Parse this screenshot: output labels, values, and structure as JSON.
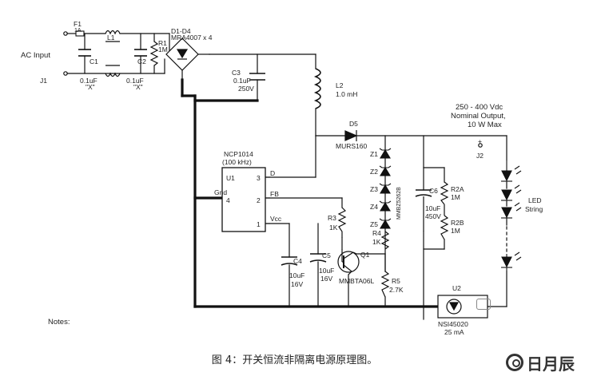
{
  "figure": {
    "caption": "图 4：开关恒流非隔离电源原理图。",
    "brand": "日月辰"
  },
  "labels": {
    "f1": "F1",
    "f1_val": "1A",
    "l1": "L1",
    "r1": "R1",
    "r1_val": "1M",
    "d1d4": "D1-D4",
    "d1d4_val": "MRA4007 x 4",
    "ac_input": "AC Input",
    "j1": "J1",
    "c1": "C1",
    "c1_val": "0.1uF",
    "c1_x": "\"X\"",
    "c2": "C2",
    "c2_val": "0.1uF",
    "c2_x": "\"X\"",
    "c3": "C3",
    "c3_val": "0.1uF",
    "c3_v": "250V",
    "l2": "L2",
    "l2_val": "1.0 mH",
    "d5": "D5",
    "d5_val": "MURS160",
    "out_line1": "250 - 400 Vdc",
    "out_line2": "Nominal Output,",
    "out_line3": "10 W Max",
    "plus": "+",
    "j2": "J2",
    "ncp": "NCP1014",
    "ncp_freq": "(100 kHz)",
    "u1": "U1",
    "pin3": "3",
    "pin4": "4",
    "pin2": "2",
    "pin1": "1",
    "pin_d": "D",
    "pin_fb": "FB",
    "pin_vcc": "Vcc",
    "gnd": "Gnd",
    "z1": "Z1",
    "z2": "Z2",
    "z3": "Z3",
    "z4": "Z4",
    "z5": "Z5",
    "mmbz": "MMBZ5262B",
    "c6": "C6",
    "c6_val": "10uF",
    "c6_v": "450V",
    "r2a": "R2A",
    "r2a_val": "1M",
    "r2b": "R2B",
    "r2b_val": "1M",
    "led1": "LED",
    "led2": "String",
    "r3": "R3",
    "r3_val": "1K",
    "r4": "R4",
    "r4_val": "1K",
    "c4": "C4",
    "c4_val": "10uF",
    "c4_v": "16V",
    "c5": "C5",
    "c5_val": "10uF",
    "c5_v": "16V",
    "q1": "Q1",
    "q1_val": "MMBTA06L",
    "r5": "R5",
    "r5_val": "2.7K",
    "u2": "U2",
    "u2_val": "NSI45020",
    "u2_ma": "25 mA",
    "notes": "Notes:"
  }
}
